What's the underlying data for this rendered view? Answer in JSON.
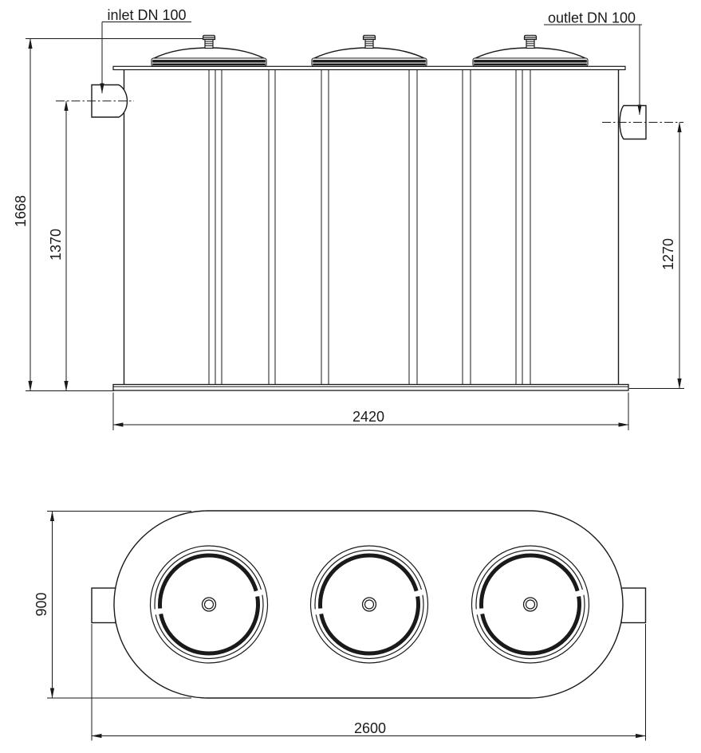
{
  "drawing": {
    "type": "technical-drawing-tank",
    "views": [
      "side-elevation",
      "plan-view"
    ],
    "labels": {
      "inlet": "inlet DN 100",
      "outlet": "outlet DN 100"
    },
    "dimensions": {
      "overall_height": "1668",
      "inlet_invert_height": "1370",
      "outlet_invert_height": "1270",
      "base_length": "2420",
      "body_width": "900",
      "overall_length": "2600"
    },
    "features": {
      "manhole_count": 3
    },
    "colors": {
      "line": "#1a1a1a",
      "background": "#ffffff"
    }
  }
}
